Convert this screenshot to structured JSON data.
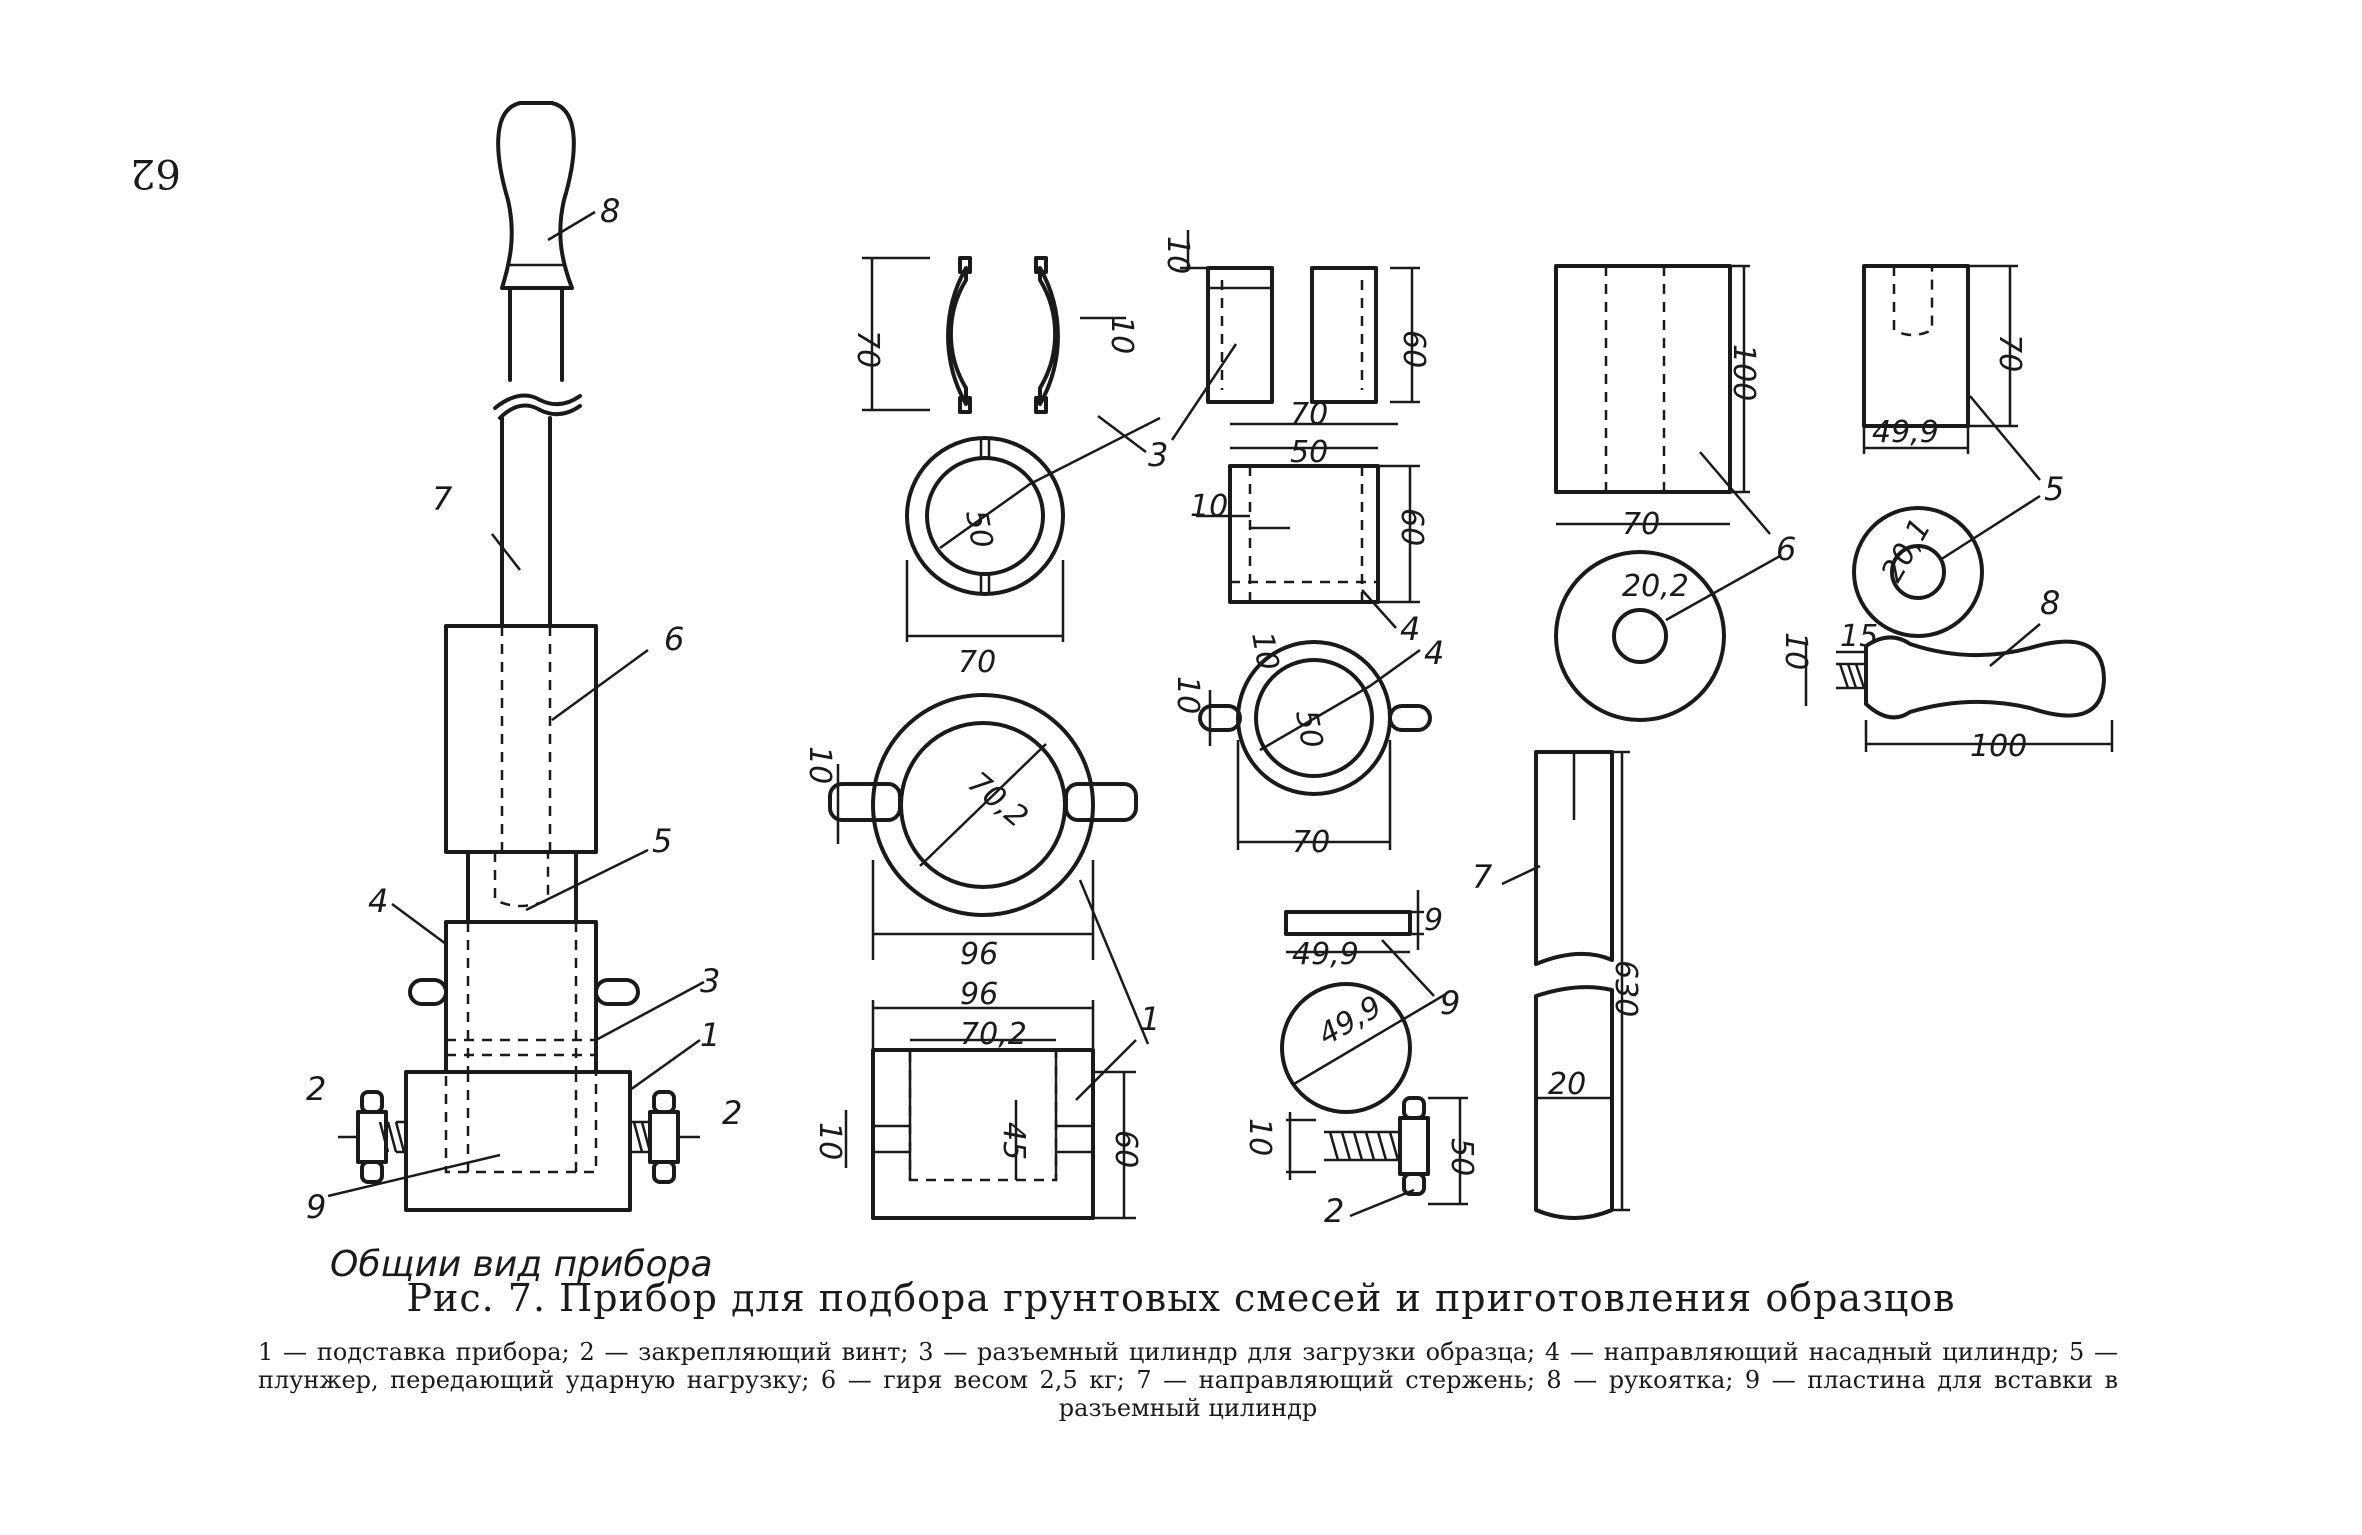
{
  "page_number": "62",
  "caption": "Рис. 7. Прибор для подбора грунтовых смесей и приготовления образцов",
  "general_view_label": "Общии вид прибора",
  "legend": "1 — подставка прибора; 2 — закрепляющий винт; 3 — разъемный цилиндр для загрузки образца; 4 — направляющий насадный цилиндр; 5 — плунжер, передающий ударную нагрузку; 6 — гиря весом 2,5 кг; 7 — направляющий стержень; 8 — рукоятка; 9 — пластина для вставки в разъемный цилиндр",
  "part_labels": [
    "1",
    "2",
    "3",
    "4",
    "5",
    "6",
    "7",
    "8",
    "9"
  ],
  "dimensions": {
    "split_half_height": "70",
    "split_half_wall": "10",
    "split_ring_inner": "50",
    "split_ring_outer": "70",
    "guide_top_height": "10",
    "guide_side_height": "60",
    "guide_outer": "70",
    "guide_inner": "50",
    "guide_lug": "10",
    "guide_height": "60",
    "guide_ring_lug_w": "10",
    "guide_ring_lug_h": "10",
    "guide_ring_inner": "50",
    "guide_ring_outer": "70",
    "weight_height": "100",
    "weight_width": "70",
    "weight_hole": "20,2",
    "plunger_height": "70",
    "plunger_width": "49,9",
    "plunger_dia": "20,1",
    "handle_lug_h": "10",
    "handle_lug_w": "15",
    "handle_length": "100",
    "base_lug": "10",
    "base_inner": "70,2",
    "base_outer": "96",
    "base_top_outer": "96",
    "base_top_inner": "70,2",
    "base_lug_side": "10",
    "base_recess": "45",
    "base_height": "60",
    "plate_thickness": "9",
    "plate_width": "49,9",
    "plate_dia": "49,9",
    "screw_dia": "10",
    "screw_len": "50",
    "rod_length": "630",
    "rod_dia": "20"
  }
}
